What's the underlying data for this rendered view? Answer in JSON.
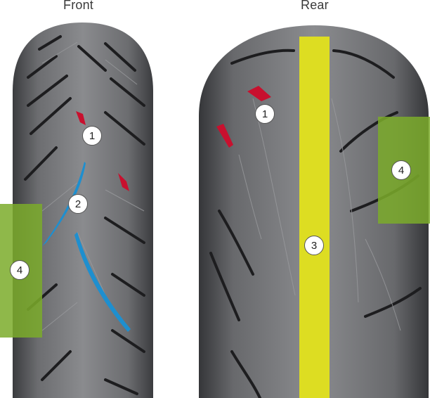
{
  "titles": {
    "front": "Front",
    "rear": "Rear"
  },
  "callouts": {
    "front_1": "1",
    "front_2": "2",
    "front_4": "4",
    "rear_1": "1",
    "rear_3": "3",
    "rear_4": "4"
  },
  "colors": {
    "zone_1": "#c8102e",
    "zone_2": "#1e8fcf",
    "zone_3": "#e2e21c",
    "zone_4": "#7bab2a",
    "tire_rubber": "#6e6f72"
  }
}
